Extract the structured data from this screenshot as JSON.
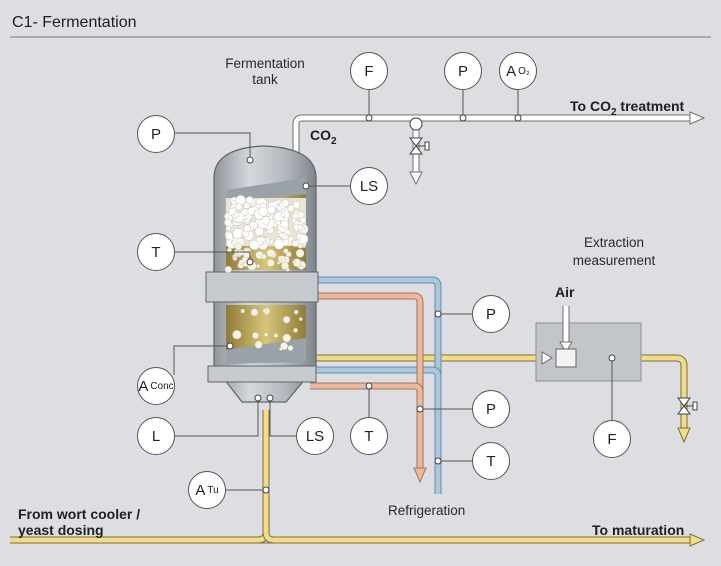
{
  "title": "C1- Fermentation",
  "labels": {
    "fermentation_tank": [
      "Fermentation",
      "tank"
    ],
    "co2": "CO",
    "co2_sub": "2",
    "to_co2": "To CO",
    "to_co2_sub": "2",
    "to_co2_tail": " treatment",
    "extraction": [
      "Extraction",
      "measurement"
    ],
    "air": "Air",
    "refrigeration": "Refrigeration",
    "from_wort": [
      "From wort cooler /",
      "yeast dosing"
    ],
    "to_maturation": "To maturation"
  },
  "instruments": {
    "p_top": "P",
    "f_top": "F",
    "p_co2": "P",
    "a_o2": "A",
    "a_o2_sub": "O₂",
    "ls_top": "LS",
    "t_tank": "T",
    "a_conc": "A",
    "a_conc_sub": "Conc",
    "l_bottom": "L",
    "ls_bottom": "LS",
    "t_bottom": "T",
    "p_ref1": "P",
    "p_ref2": "P",
    "t_ref": "T",
    "f_out": "F",
    "a_tu": "A",
    "a_tu_sub": "Tu"
  },
  "colors": {
    "background": "#dcdee1",
    "pipe_white": "#ffffff",
    "pipe_yellow": "#f1dc8a",
    "pipe_blue": "#a9c7dd",
    "pipe_red": "#ecb99c",
    "tank_steel": "#aeb4bb",
    "beer": "#c8b56c",
    "analyzer_box": "#c2c6cb"
  }
}
